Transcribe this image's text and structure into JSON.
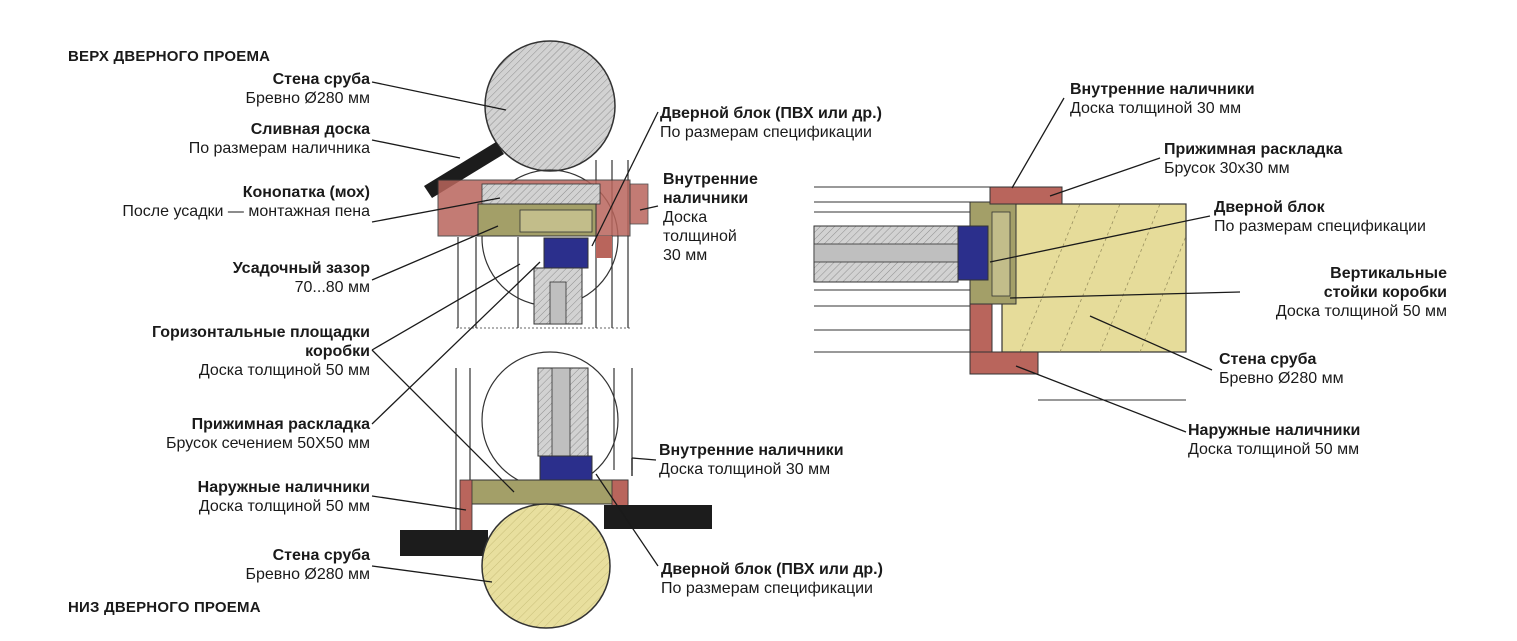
{
  "headings": {
    "top": "ВЕРХ ДВЕРНОГО ПРОЕМА",
    "bottom": "НИЗ ДВЕРНОГО ПРОЕМА"
  },
  "top_section": {
    "wall": {
      "title": "Стена сруба",
      "desc": "Бревно Ø280 мм"
    },
    "drip_board": {
      "title": "Сливная доска",
      "desc": "По размерам наличника"
    },
    "caulk": {
      "title": "Конопатка (мох)",
      "desc": "После усадки — монтажная пена"
    },
    "shrink_gap": {
      "title": "Усадочный зазор",
      "desc": "70...80 мм"
    },
    "door_block": {
      "title": "Дверной блок (ПВХ или др.)",
      "desc": "По размерам спецификации"
    },
    "inner_trim": {
      "title_line1": "Внутренние",
      "title_line2": "наличники",
      "desc_line1": "Доска",
      "desc_line2": "толщиной",
      "desc_line3": "30 мм"
    }
  },
  "middle_labels": {
    "horizontal_pads": {
      "title_line1": "Горизонтальные площадки",
      "title_line2": "коробки",
      "desc": "Доска толщиной 50 мм"
    },
    "clamp_strip": {
      "title": "Прижимная раскладка",
      "desc": "Брусок сечением 50Х50 мм"
    }
  },
  "bottom_section": {
    "outer_trim": {
      "title": "Наружные наличники",
      "desc": "Доска толщиной 50 мм"
    },
    "wall": {
      "title": "Стена сруба",
      "desc": "Бревно Ø280 мм"
    },
    "inner_trim": {
      "title": "Внутренние наличники",
      "desc": "Доска толщиной 30 мм"
    },
    "door_block": {
      "title": "Дверной блок (ПВХ или др.)",
      "desc": "По размерам спецификации"
    }
  },
  "side_section": {
    "inner_trim": {
      "title": "Внутренние наличники",
      "desc": "Доска толщиной 30 мм"
    },
    "clamp_strip": {
      "title": "Прижимная раскладка",
      "desc": "Брусок 30х30 мм"
    },
    "door_block": {
      "title": "Дверной блок",
      "desc": "По размерам спецификации"
    },
    "vertical_posts": {
      "title_line1": "Вертикальные",
      "title_line2": "стойки коробки",
      "desc": "Доска толщиной 50 мм"
    },
    "wall": {
      "title": "Стена сруба",
      "desc": "Бревно Ø280 мм"
    },
    "outer_trim": {
      "title": "Наружные наличники",
      "desc": "Доска толщиной 50 мм"
    }
  },
  "colors": {
    "log_gray": "#cfcfcf",
    "log_yellow": "#e6dc9a",
    "frame_olive": "#a39f68",
    "trim_red": "#b9655c",
    "door_blue": "#2b2f8c",
    "drip_black": "#1c1c1c",
    "lines": "#222222"
  }
}
